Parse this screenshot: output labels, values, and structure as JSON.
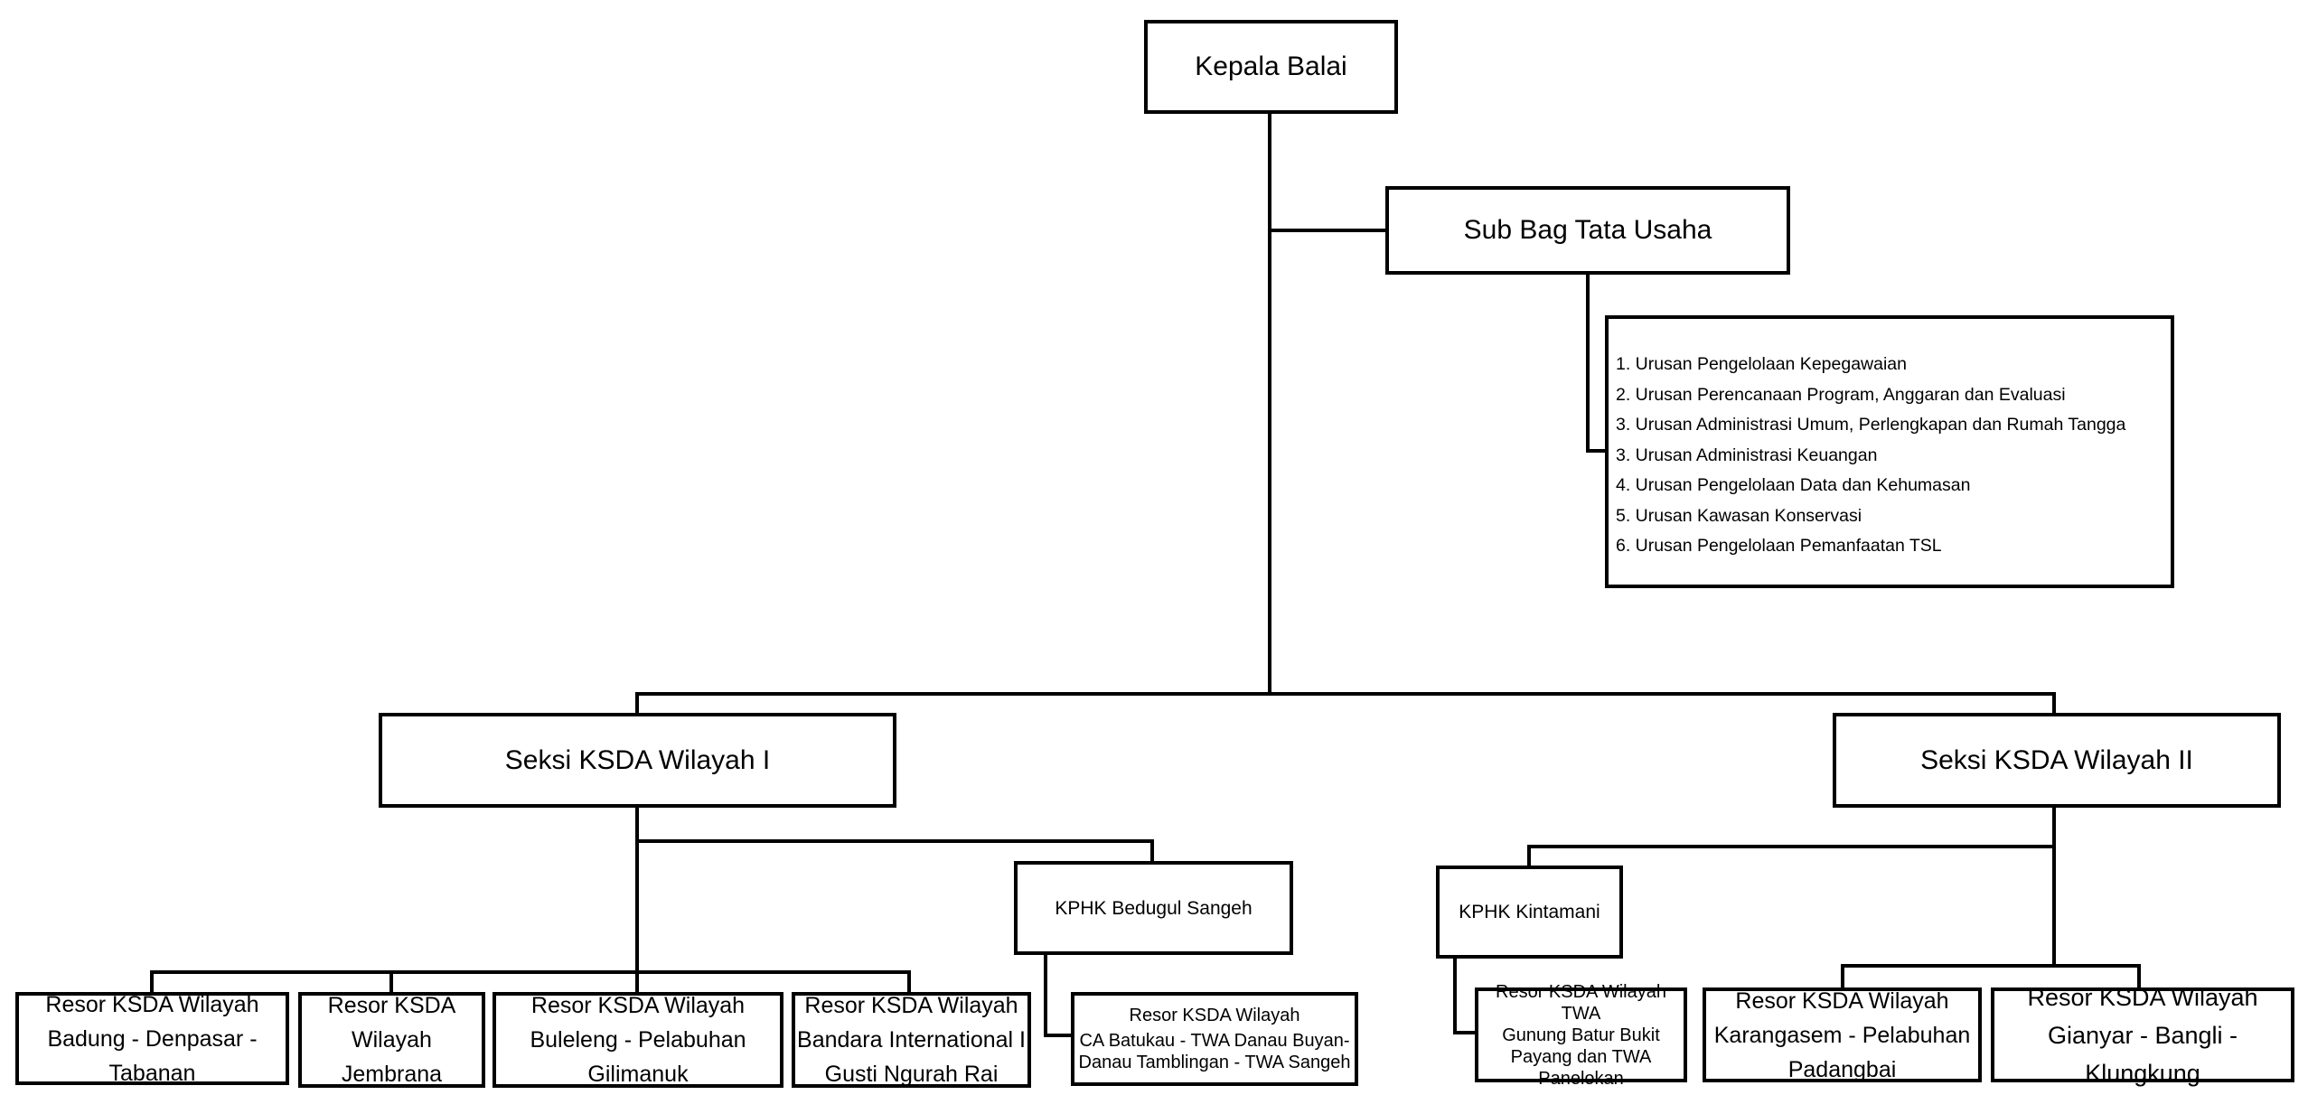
{
  "kepala": {
    "title": "Kepala Balai"
  },
  "subbag": {
    "title": "Sub Bag Tata Usaha"
  },
  "urusan": {
    "items": [
      "1. Urusan Pengelolaan Kepegawaian",
      "2. Urusan Perencanaan Program, Anggaran dan Evaluasi",
      "3. Urusan Administrasi Umum, Perlengkapan dan Rumah Tangga",
      "3. Urusan Administrasi Keuangan",
      "4. Urusan Pengelolaan Data dan Kehumasan",
      "5. Urusan Kawasan Konservasi",
      "6. Urusan Pengelolaan Pemanfaatan TSL"
    ]
  },
  "seksi1": {
    "title": "Seksi KSDA Wilayah I",
    "resor_badung": {
      "line1": "Resor KSDA Wilayah",
      "line2": "Badung - Denpasar -",
      "line3": "Tabanan"
    },
    "resor_jembrana": {
      "line1": "Resor KSDA",
      "line2": "Wilayah Jembrana"
    },
    "resor_buleleng": {
      "line1": "Resor KSDA Wilayah",
      "line2": "Buleleng - Pelabuhan",
      "line3": "Gilimanuk"
    },
    "resor_bandara": {
      "line1": "Resor KSDA Wilayah",
      "line2": "Bandara International I",
      "line3": "Gusti Ngurah Rai"
    },
    "kphk": {
      "title": "KPHK Bedugul Sangeh"
    },
    "resor_batukau": {
      "line1": "Resor KSDA Wilayah",
      "line2": "CA Batukau - TWA Danau Buyan-",
      "line3": "Danau Tamblingan - TWA Sangeh"
    }
  },
  "seksi2": {
    "title": "Seksi KSDA Wilayah II",
    "kphk": {
      "title": "KPHK Kintamani"
    },
    "resor_batur": {
      "line1": "Resor KSDA Wilayah TWA",
      "line2": "Gunung Batur Bukit",
      "line3": "Payang dan TWA",
      "line4": "Panelokan"
    },
    "resor_karangasem": {
      "line1": "Resor KSDA Wilayah",
      "line2": "Karangasem - Pelabuhan",
      "line3": "Padangbai"
    },
    "resor_gianyar": {
      "line1": "Resor KSDA Wilayah",
      "line2": "Gianyar - Bangli - Klungkung"
    }
  }
}
